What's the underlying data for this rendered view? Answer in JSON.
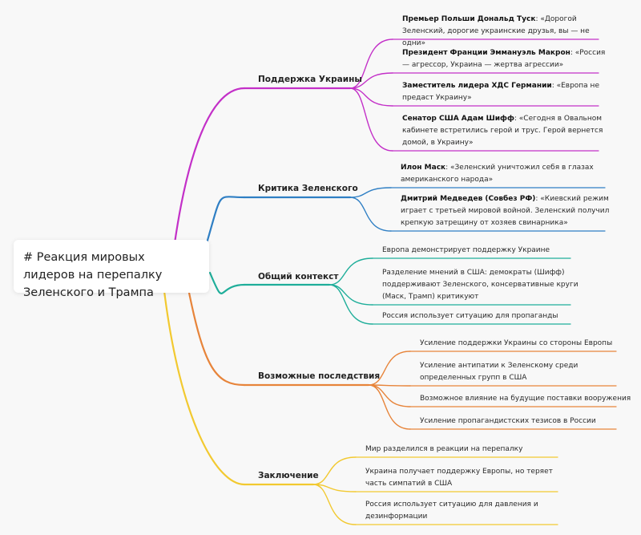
{
  "root": {
    "title": "# Реакция мировых лидеров на перепалку Зеленского и Трампа"
  },
  "branches": [
    {
      "label": "Поддержка Украины",
      "color": "#c330c8",
      "leaves": [
        {
          "speaker": "Премьер Польши Дональд Туск",
          "text": ": «Дорогой Зеленский, дорогие украинские друзья, вы — не одни»"
        },
        {
          "speaker": "Президент Франции Эммануэль Макрон",
          "text": ": «Россия — агрессор, Украина — жертва агрессии»"
        },
        {
          "speaker": "Заместитель лидера ХДС Германии",
          "text": ": «Европа не предаст Украину»"
        },
        {
          "speaker": "Сенатор США Адам Шифф",
          "text": ": «Сегодня в Овальном кабинете встретились герой и трус. Герой вернется домой, в Украину»"
        }
      ]
    },
    {
      "label": "Критика Зеленского",
      "color": "#2f7fc4",
      "leaves": [
        {
          "speaker": "Илон Маск",
          "text": ": «Зеленский уничтожил себя в глазах американского народа»"
        },
        {
          "speaker": "Дмитрий Медведев (Совбез РФ)",
          "text": ": «Киевский режим играет с третьей мировой войной. Зеленский получил крепкую затрещину от хозяев свинарника»"
        }
      ]
    },
    {
      "label": "Общий контекст",
      "color": "#1fae9a",
      "leaves": [
        {
          "speaker": "",
          "text": "Европа демонстрирует поддержку Украине"
        },
        {
          "speaker": "",
          "text": "Разделение мнений в США: демократы (Шифф) поддерживают Зеленского, консервативные круги (Маск, Трамп) критикуют"
        },
        {
          "speaker": "",
          "text": "Россия использует ситуацию для пропаганды"
        }
      ]
    },
    {
      "label": "Возможные последствия",
      "color": "#e7843a",
      "leaves": [
        {
          "speaker": "",
          "text": "Усиление поддержки Украины со стороны Европы"
        },
        {
          "speaker": "",
          "text": "Усиление антипатии к Зеленскому среди определенных групп в США"
        },
        {
          "speaker": "",
          "text": "Возможное влияние на будущие поставки вооружения"
        },
        {
          "speaker": "",
          "text": "Усиление пропагандистских тезисов в России"
        }
      ]
    },
    {
      "label": "Заключение",
      "color": "#f2c930",
      "leaves": [
        {
          "speaker": "",
          "text": "Мир разделился в реакции на перепалку"
        },
        {
          "speaker": "",
          "text": "Украина получает поддержку Европы, но теряет часть симпатий в США"
        },
        {
          "speaker": "",
          "text": "Россия использует ситуацию для давления и дезинформации"
        }
      ]
    }
  ]
}
